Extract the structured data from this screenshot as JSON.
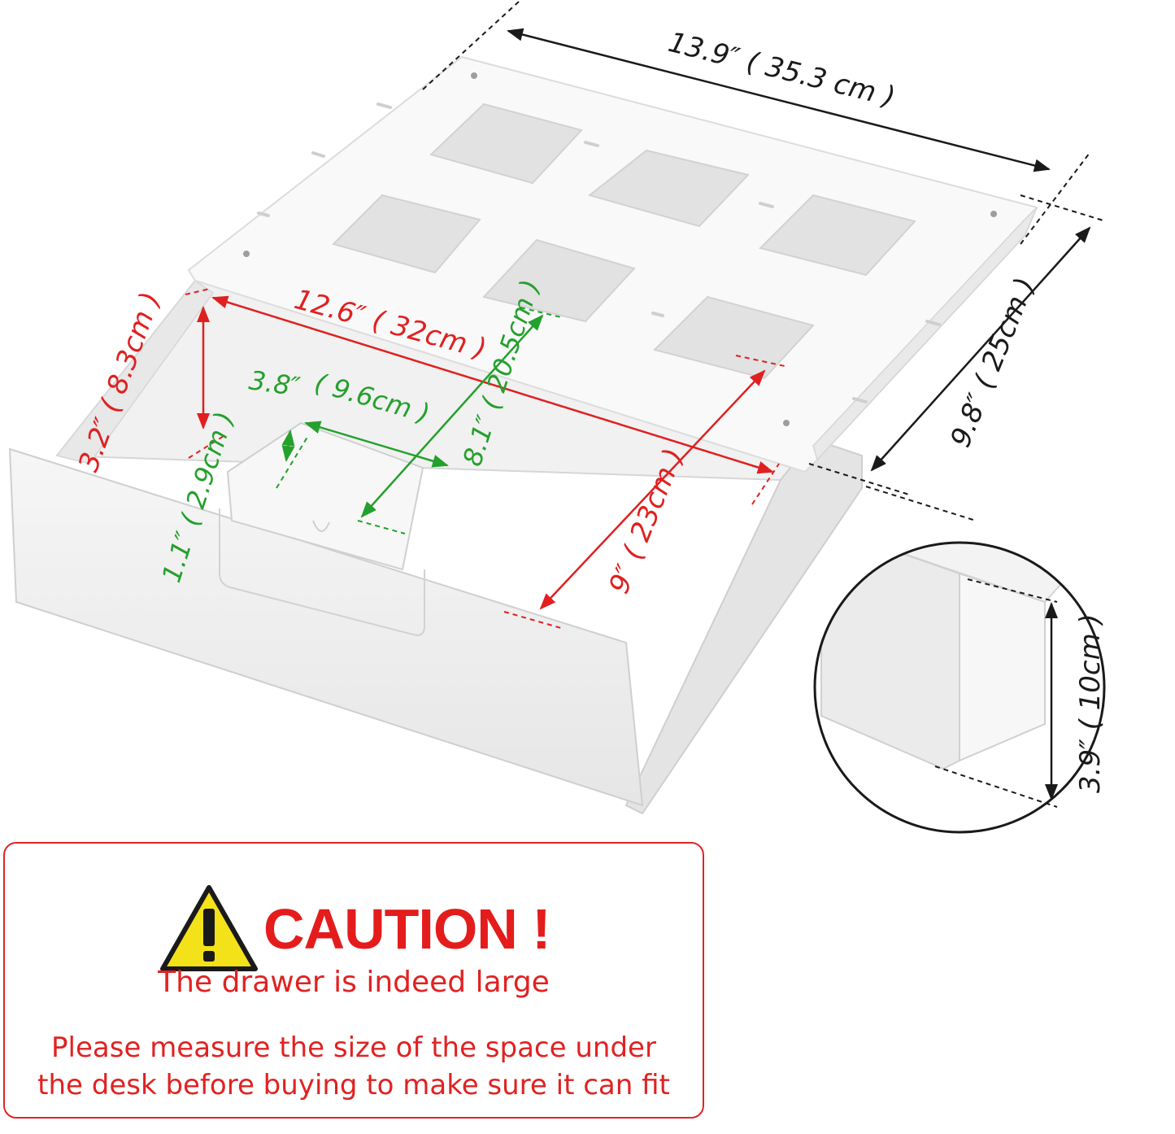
{
  "dimensions": {
    "width_top": "13.9″ ( 35.3 cm )",
    "depth_right": "9.8″ ( 25cm )",
    "inner_width": "12.6″ ( 32cm )",
    "inner_height": "3.2″ ( 8.3cm )",
    "inner_depth": "9″ ( 23cm )",
    "tray_width_in": "3.8″",
    "tray_width_cm": "( 9.6cm )",
    "tray_depth": "8.1″ ( 20.5cm )",
    "tray_height": "1.1″ ( 2.9cm )",
    "hook_height": "3.9″ ( 10cm )"
  },
  "caution": {
    "title": "CAUTION !",
    "line1": "The drawer is indeed large",
    "line2a": "Please measure the size of the space under",
    "line2b": "the desk before buying to make sure it can fit"
  },
  "colors": {
    "caution_red": "#e02424",
    "warning_yellow": "#f3e21a",
    "dimension_red": "#e02020",
    "dimension_green": "#24a02c"
  },
  "icons": [
    "warning-triangle-icon"
  ]
}
